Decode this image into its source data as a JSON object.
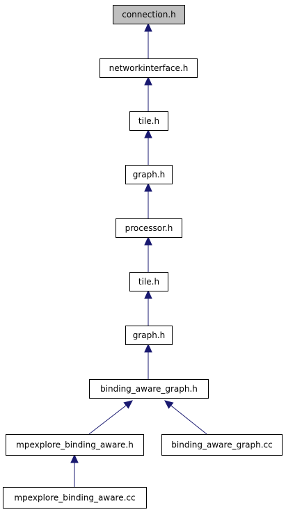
{
  "nodes": [
    {
      "id": "n0",
      "label": "connection.h",
      "root": true
    },
    {
      "id": "n1",
      "label": "networkinterface.h"
    },
    {
      "id": "n2",
      "label": "tile.h"
    },
    {
      "id": "n3",
      "label": "graph.h"
    },
    {
      "id": "n4",
      "label": "processor.h"
    },
    {
      "id": "n5",
      "label": "tile.h"
    },
    {
      "id": "n6",
      "label": "graph.h"
    },
    {
      "id": "n7",
      "label": "binding_aware_graph.h"
    },
    {
      "id": "n8",
      "label": "mpexplore_binding_aware.h"
    },
    {
      "id": "n9",
      "label": "binding_aware_graph.cc"
    },
    {
      "id": "n10",
      "label": "mpexplore_binding_aware.cc"
    }
  ],
  "edges": [
    {
      "from": "n1",
      "to": "n0"
    },
    {
      "from": "n2",
      "to": "n1"
    },
    {
      "from": "n3",
      "to": "n2"
    },
    {
      "from": "n4",
      "to": "n3"
    },
    {
      "from": "n5",
      "to": "n4"
    },
    {
      "from": "n6",
      "to": "n5"
    },
    {
      "from": "n7",
      "to": "n6"
    },
    {
      "from": "n8",
      "to": "n7"
    },
    {
      "from": "n9",
      "to": "n7"
    },
    {
      "from": "n10",
      "to": "n8"
    }
  ],
  "colors": {
    "edge": "#191970",
    "root_fill": "#bfbfbf",
    "node_fill": "#ffffff",
    "border": "#000000"
  }
}
